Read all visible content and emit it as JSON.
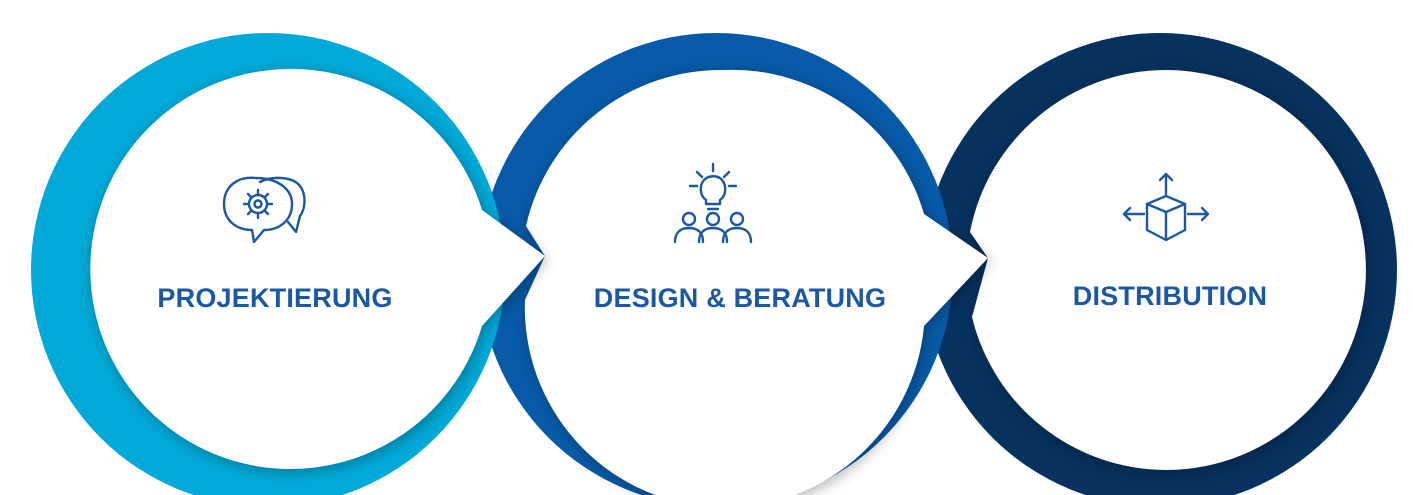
{
  "colors": {
    "ring_projektierung": "#00a9d8",
    "ring_design": "#075aa8",
    "ring_distribution": "#07315f",
    "text": "#1c58a0",
    "icon": "#1c58a0",
    "background": "#ffffff"
  },
  "stages": [
    {
      "label": "PROJEKTIERUNG",
      "icon": "gear-chat-icon"
    },
    {
      "label": "DESIGN & BERATUNG",
      "icon": "lightbulb-team-icon"
    },
    {
      "label": "DISTRIBUTION",
      "icon": "box-arrows-icon"
    }
  ]
}
